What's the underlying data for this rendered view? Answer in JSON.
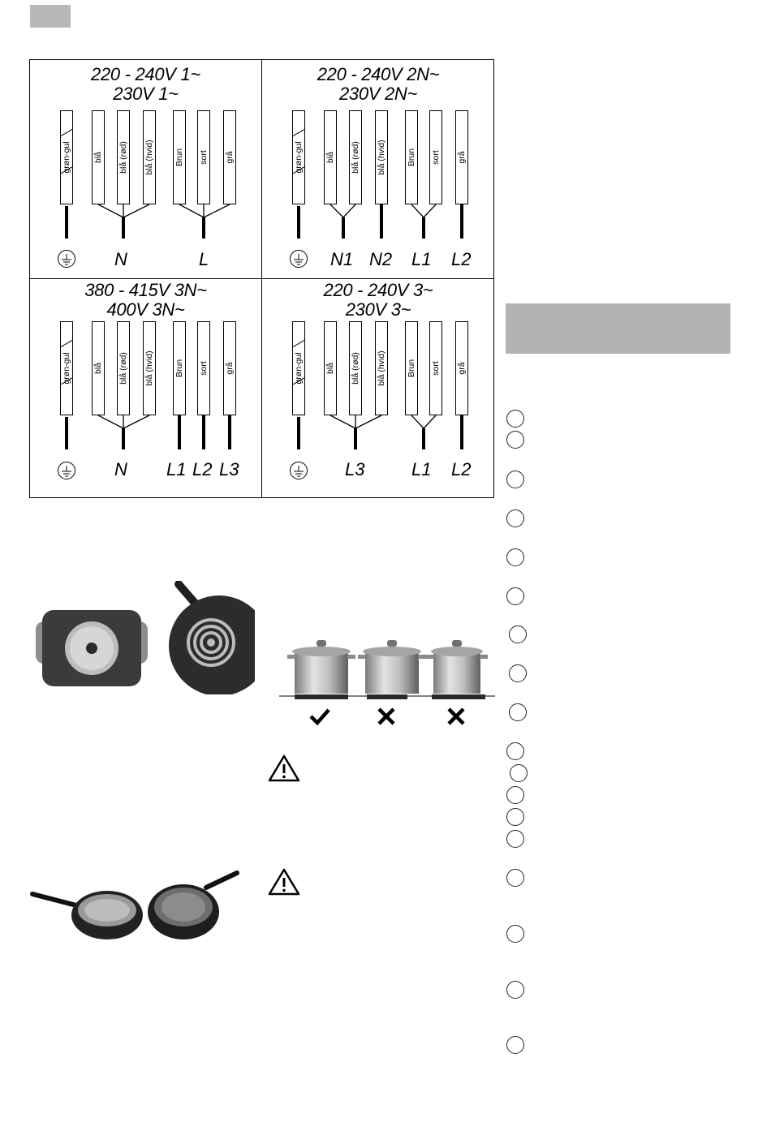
{
  "diagrams": [
    {
      "title_line1": "220 - 240V 1~",
      "title_line2": "230V 1~",
      "wires": [
        "grøn-gul",
        "blå",
        "blå (rød)",
        "blå (hvid)",
        "Brun",
        "sort",
        "grå"
      ],
      "terminals": [
        "N",
        "L"
      ]
    },
    {
      "title_line1": "220 - 240V 2N~",
      "title_line2": "230V 2N~",
      "wires": [
        "grøn-gul",
        "blå",
        "blå (rød)",
        "blå (hvid)",
        "Brun",
        "sort",
        "grå"
      ],
      "terminals": [
        "N1",
        "N2",
        "L1",
        "L2"
      ]
    },
    {
      "title_line1": "380 - 415V 3N~",
      "title_line2": "400V 3N~",
      "wires": [
        "grøn-gul",
        "blå",
        "blå (rød)",
        "blå (hvid)",
        "Brun",
        "sort",
        "grå"
      ],
      "terminals": [
        "N",
        "L1",
        "L2",
        "L3"
      ]
    },
    {
      "title_line1": "220 - 240V 3~",
      "title_line2": "230V 3~",
      "wires": [
        "grøn-gul",
        "blå",
        "blå (rød)",
        "blå (hvid)",
        "Brun",
        "sort",
        "grå"
      ],
      "terminals": [
        "L3",
        "L1",
        "L2"
      ]
    }
  ],
  "icons": {
    "ground": "ground-symbol-icon",
    "check": "check-mark-icon",
    "cross": "cross-mark-icon",
    "warning": "warning-triangle-icon"
  },
  "colors": {
    "header_tab": "#b8b8b8",
    "side_box": "#b3b3b3"
  }
}
